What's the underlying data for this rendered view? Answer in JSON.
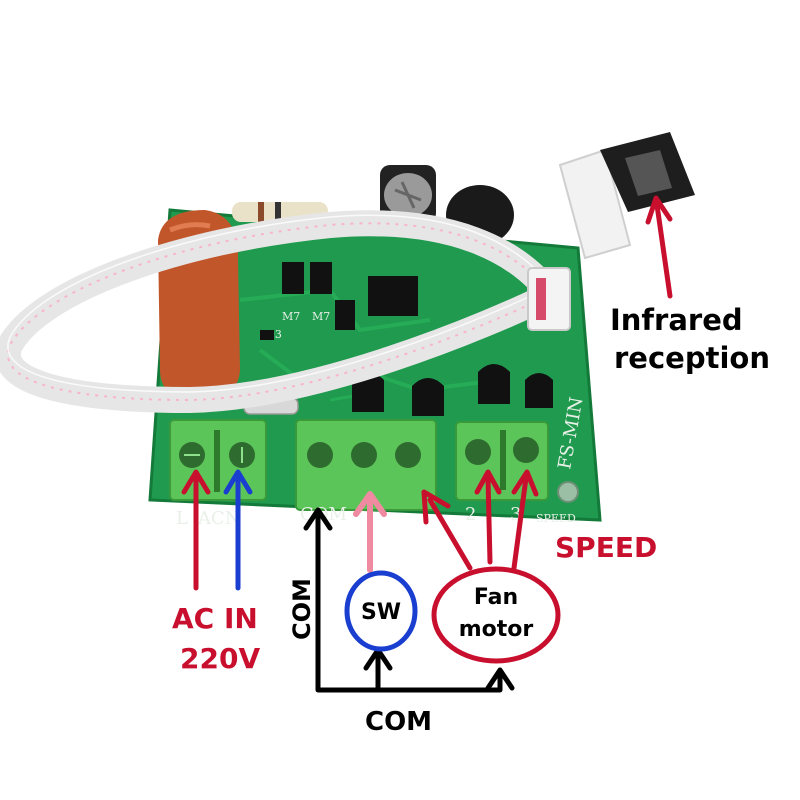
{
  "colors": {
    "pcb": "#1f9a4e",
    "pcb_dark": "#137a3a",
    "terminal": "#5cc55a",
    "red": "#c8102e",
    "blue": "#1a3fd0",
    "pink": "#f08aa0",
    "black": "#000000",
    "capacitor": "#c0562a"
  },
  "labels": {
    "infrared_line1": "Infrared",
    "infrared_line2": "reception",
    "speed": "SPEED",
    "ac_in_line1": "AC IN",
    "ac_in_line2": "220V",
    "com_vertical": "COM",
    "com_bottom": "COM",
    "sw": "SW",
    "fan_line1": "Fan",
    "fan_line2": "motor"
  },
  "silkscreen": {
    "l": "L",
    "acn": "ACN",
    "com": "COM",
    "n2": "2",
    "n3": "3",
    "speed": "SPEED",
    "model": "FS-MIN",
    "m7a": "M7",
    "m7b": "M7",
    "d3": "D3"
  }
}
